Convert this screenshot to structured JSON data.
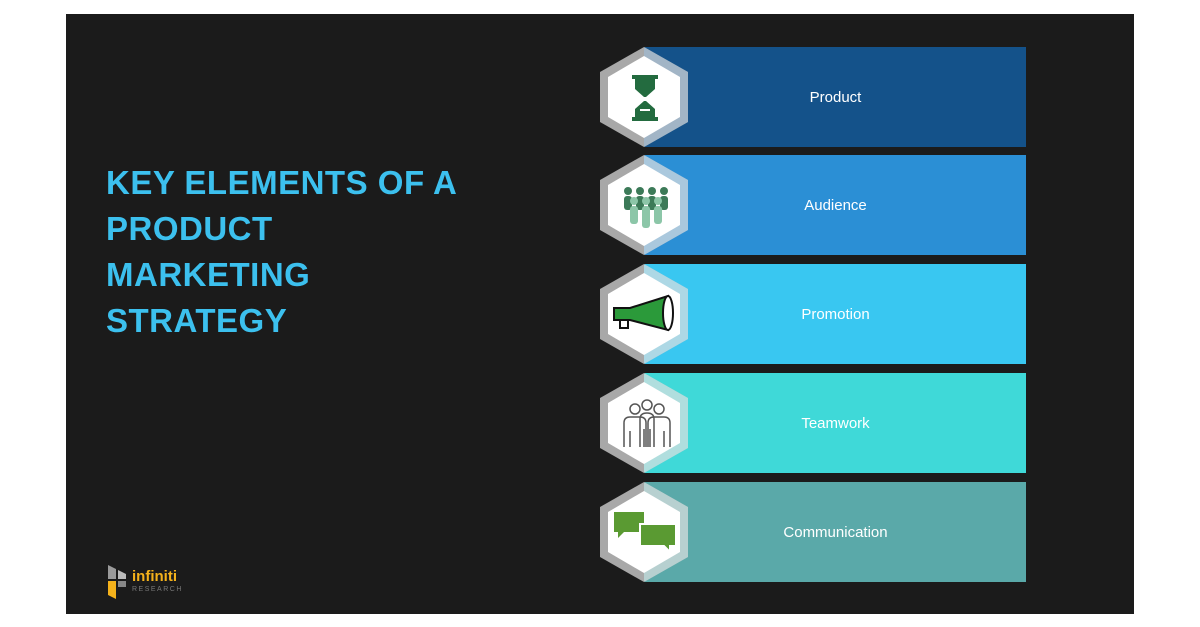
{
  "title_lines": [
    "KEY ELEMENTS OF A",
    "PRODUCT",
    "MARKETING",
    "STRATEGY"
  ],
  "items": [
    {
      "label": "Product",
      "icon": "hourglass-icon",
      "color": "#14528a"
    },
    {
      "label": "Audience",
      "icon": "crowd-icon",
      "color": "#2b8fd5"
    },
    {
      "label": "Promotion",
      "icon": "megaphone-icon",
      "color": "#39c7f1"
    },
    {
      "label": "Teamwork",
      "icon": "team-icon",
      "color": "#3fd9d8"
    },
    {
      "label": "Communication",
      "icon": "chat-bubbles-icon",
      "color": "#5aa9a9"
    }
  ],
  "logo": {
    "name": "infiniti",
    "sub": "RESEARCH"
  }
}
